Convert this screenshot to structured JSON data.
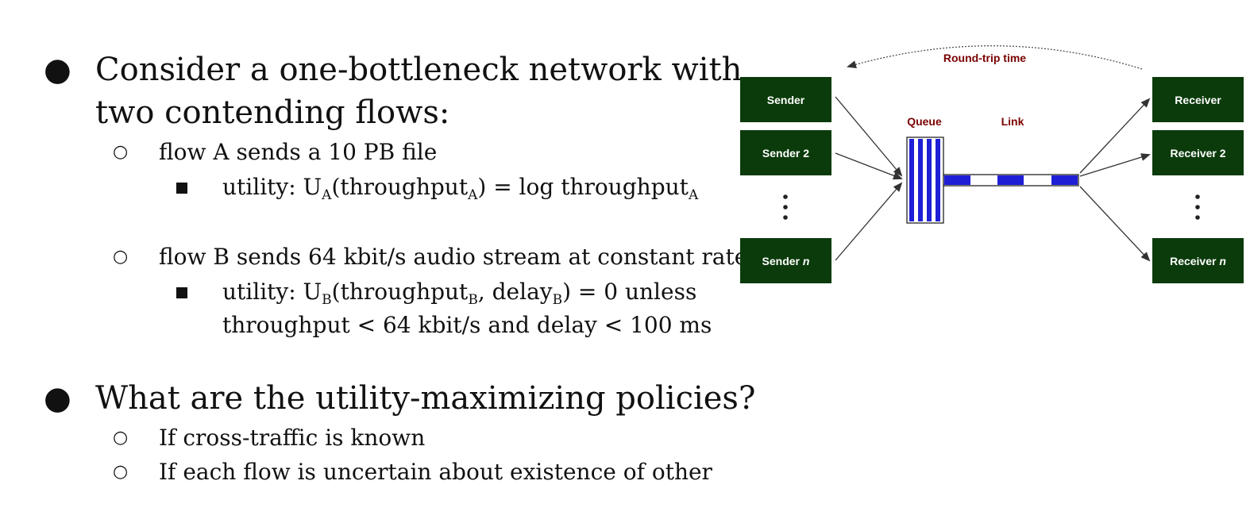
{
  "bullets": {
    "b1": {
      "line1": "Consider a one-bottleneck network with",
      "line2": "two contending flows:"
    },
    "flowA": "flow A sends a 10 PB file",
    "utilityA": {
      "prefix": "utility: U",
      "sub1": "A",
      "paren1": "(throughput",
      "sub2": "A",
      "mid": ") = log throughput",
      "sub3": "A"
    },
    "flowB": "flow B sends 64 kbit/s audio stream at constant rate",
    "utilityB": {
      "prefix": "utility: U",
      "sub1": "B",
      "paren1": "(throughput",
      "sub2": "B",
      "mid": ", delay",
      "sub3": "B",
      "tail": ") = 0 unless",
      "line2": "throughput < 64 kbit/s and delay < 100 ms"
    },
    "b2": "What are the utility-maximizing policies?",
    "q1": "If cross-traffic is known",
    "q2": "If each flow is uncertain about existence of other"
  },
  "diagram": {
    "rtt_label": "Round-trip time",
    "queue_label": "Queue",
    "link_label": "Link",
    "senders": [
      "Sender",
      "Sender 2",
      "Sender n"
    ],
    "receivers": [
      "Receiver",
      "Receiver 2",
      "Receiver n"
    ],
    "colors": {
      "box": "#0b3b0b",
      "label_red": "#7a0000",
      "packet": "#1f1fd6"
    }
  }
}
